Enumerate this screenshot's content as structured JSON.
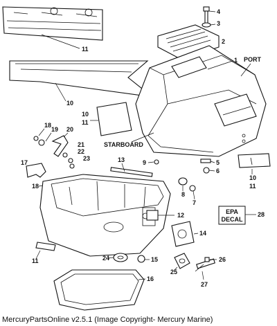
{
  "diagram": {
    "callouts": {
      "c1": "1",
      "c2": "2",
      "c3": "3",
      "c4": "4",
      "c5": "5",
      "c6": "6",
      "c7": "7",
      "c8": "8",
      "c9": "9",
      "c10a": "10",
      "c10b": "10",
      "c10c": "10",
      "c11a": "11",
      "c11b": "11",
      "c11c": "11",
      "c11d": "11",
      "c12": "12",
      "c13": "13",
      "c14": "14",
      "c15": "15",
      "c16": "16",
      "c17": "17",
      "c18a": "18",
      "c18b": "18",
      "c19": "19",
      "c20": "20",
      "c21": "21",
      "c22": "22",
      "c23": "23",
      "c24": "24",
      "c25": "25",
      "c26": "26",
      "c27": "27",
      "c28": "28"
    },
    "labels": {
      "port": "PORT",
      "starboard": "STARBOARD",
      "epa_line1": "EPA",
      "epa_line2": "DECAL"
    }
  },
  "footer": {
    "copyright": "MercuryPartsOnline v2.5.1 (Image Copyright- Mercury Marine)"
  }
}
